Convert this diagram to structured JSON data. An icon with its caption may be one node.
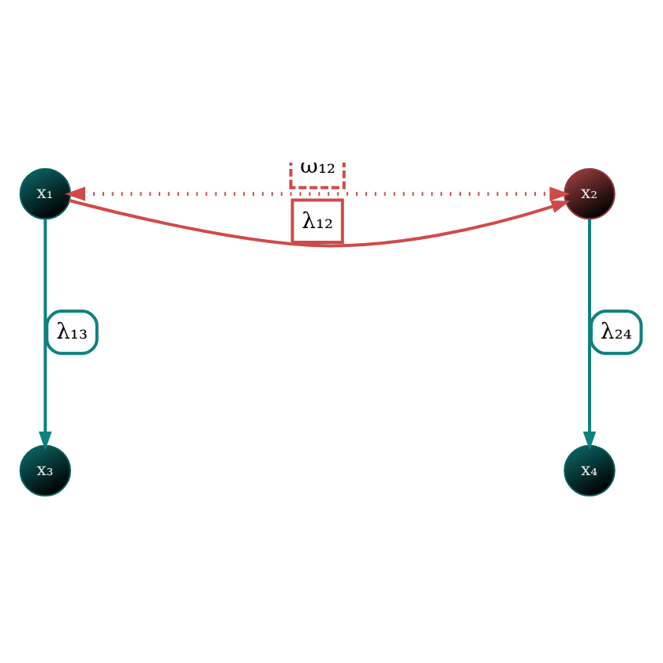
{
  "diagram": {
    "nodes": [
      {
        "text": [
          "x₁"
        ]
      },
      {
        "text": [
          "x₂"
        ]
      },
      {
        "text": [
          "x₃"
        ]
      },
      {
        "text": [
          "x₄"
        ]
      }
    ],
    "edges": [
      {
        "from": 0,
        "to": 1,
        "arrow": "both",
        "label": "ω₁₂",
        "style": "dashed",
        "color": "#d04a4a"
      },
      {
        "from": 0,
        "to": 1,
        "arrow": "to",
        "label": "λ₁₂",
        "color": "#d04a4a"
      },
      {
        "from": 0,
        "to": 2,
        "arrow": "to",
        "label": "λ₁₃",
        "color": "#0e8080"
      },
      {
        "from": 1,
        "to": 3,
        "arrow": "to",
        "label": "λ₂₄",
        "color": "#0e8080"
      }
    ]
  }
}
